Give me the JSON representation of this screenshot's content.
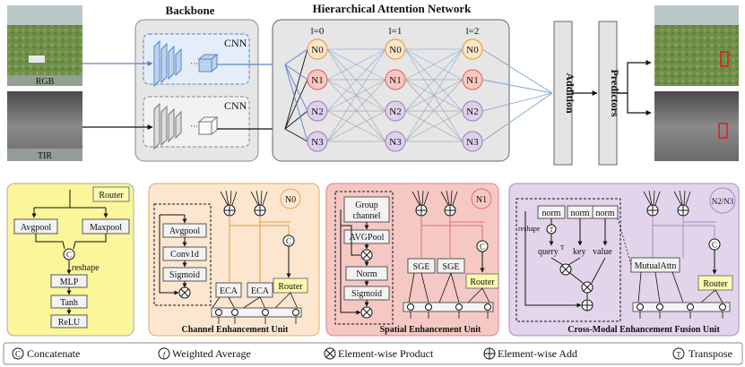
{
  "top": {
    "rgb_label": "RGB",
    "tir_label": "TIR",
    "backbone_title": "Backbone",
    "cnn_label": "CNN",
    "han_title": "Hierarchical Attention Network",
    "levels": [
      "l=0",
      "l=1",
      "l=2"
    ],
    "nodes": [
      "N0",
      "N1",
      "N2",
      "N3"
    ],
    "addition": "Addition",
    "predictors": "Predictors"
  },
  "router_panel": {
    "router": "Router",
    "avgpool": "Avgpool",
    "maxpool": "Maxpool",
    "concat": "C",
    "reshape": "reshape",
    "mlp": "MLP",
    "tanh": "Tanh",
    "relu": "ReLU"
  },
  "channel_panel": {
    "tag": "N0",
    "avgpool": "Avgpool",
    "conv1d": "Conv1d",
    "sigmoid": "Sigmoid",
    "eca": "ECA",
    "router": "Router",
    "concat": "C",
    "caption": "Channel Enhancement Unit"
  },
  "spatial_panel": {
    "tag": "N1",
    "group_channel": "Group channel",
    "avgpool": "AVGPool",
    "norm": "Norm",
    "sigmoid": "Sigmoid",
    "sge": "SGE",
    "router": "Router",
    "concat": "C",
    "caption": "Spatial Enhancement Unit"
  },
  "crossmodal_panel": {
    "tag": "N2/N3",
    "norm": "norm",
    "reshape": "reshape",
    "query": "query",
    "transpose_sup": "T",
    "key": "key",
    "value": "value",
    "mutualattn": "MutualAttn",
    "router": "Router",
    "concat": "C",
    "caption": "Cross-Modal Enhancement Fusion Unit"
  },
  "legend": {
    "concatenate": "Concatenate",
    "weighted_average": "Weighted Average",
    "element_product": "Element-wise Product",
    "element_add": "Element-wise Add",
    "transpose": "Transpose"
  },
  "colors": {
    "n0": "#fde6c8",
    "n1": "#f8c7c1",
    "n2": "#ddd0ea",
    "n3": "#ddd0ea",
    "router_yellow": "#fdfab0",
    "panel_channel": "#fde6cf",
    "panel_spatial": "#f6c8c4",
    "panel_cross": "#e2d5eb",
    "highlight_box": "#e02020"
  }
}
